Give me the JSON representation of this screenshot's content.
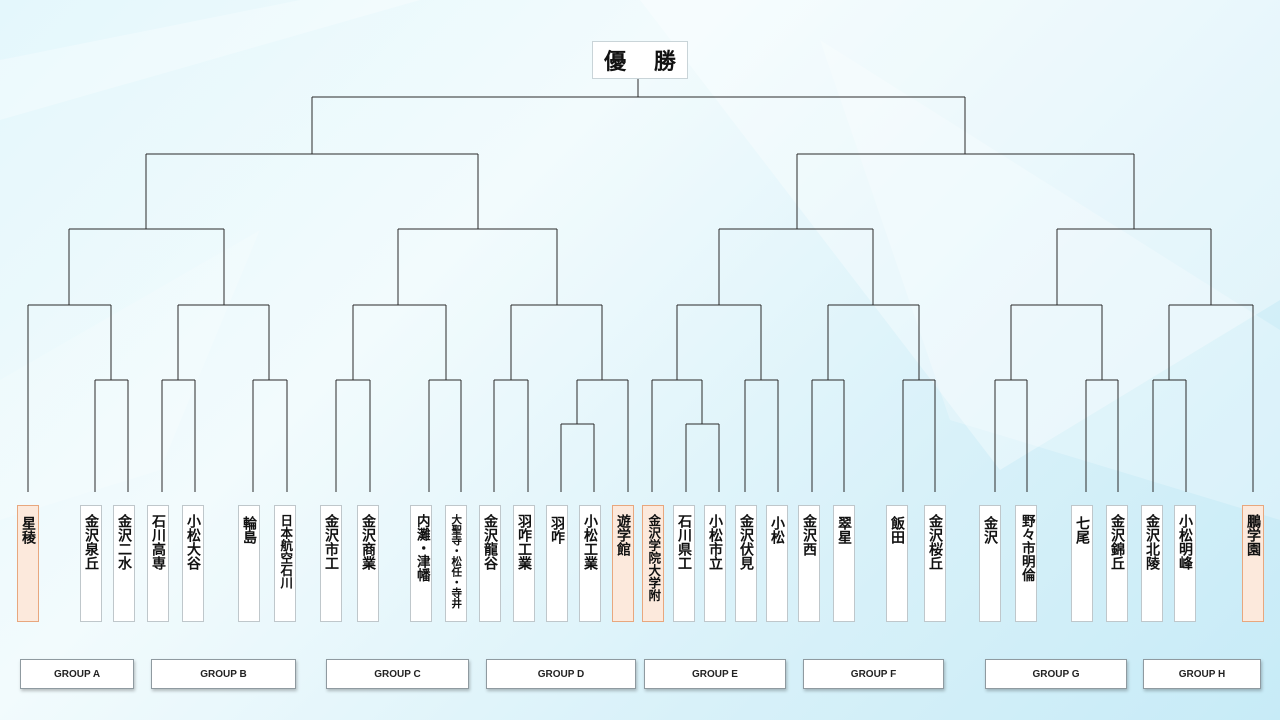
{
  "title": "優 勝",
  "teams": [
    {
      "name": "星稜",
      "seed": true
    },
    {
      "name": "金沢泉丘"
    },
    {
      "name": "金沢二水"
    },
    {
      "name": "石川高専"
    },
    {
      "name": "小松大谷"
    },
    {
      "name": "輪島"
    },
    {
      "name": "日本航空石川"
    },
    {
      "name": "金沢市工"
    },
    {
      "name": "金沢商業"
    },
    {
      "name": "内灘・津幡"
    },
    {
      "name": "大聖寺・松任・寺井"
    },
    {
      "name": "金沢龍谷"
    },
    {
      "name": "羽咋工業"
    },
    {
      "name": "羽咋"
    },
    {
      "name": "小松工業"
    },
    {
      "name": "遊学館",
      "seed": true
    },
    {
      "name": "金沢学院大学附",
      "seed": true
    },
    {
      "name": "石川県工"
    },
    {
      "name": "小松市立"
    },
    {
      "name": "金沢伏見"
    },
    {
      "name": "小松"
    },
    {
      "name": "金沢西"
    },
    {
      "name": "翠星"
    },
    {
      "name": "飯田"
    },
    {
      "name": "金沢桜丘"
    },
    {
      "name": "金沢"
    },
    {
      "name": "野々市明倫"
    },
    {
      "name": "七尾"
    },
    {
      "name": "金沢錦丘"
    },
    {
      "name": "金沢北陵"
    },
    {
      "name": "小松明峰"
    },
    {
      "name": "鵬学園",
      "seed": true
    }
  ],
  "groups": [
    "GROUP A",
    "GROUP B",
    "GROUP C",
    "GROUP D",
    "GROUP E",
    "GROUP F",
    "GROUP G",
    "GROUP H"
  ]
}
